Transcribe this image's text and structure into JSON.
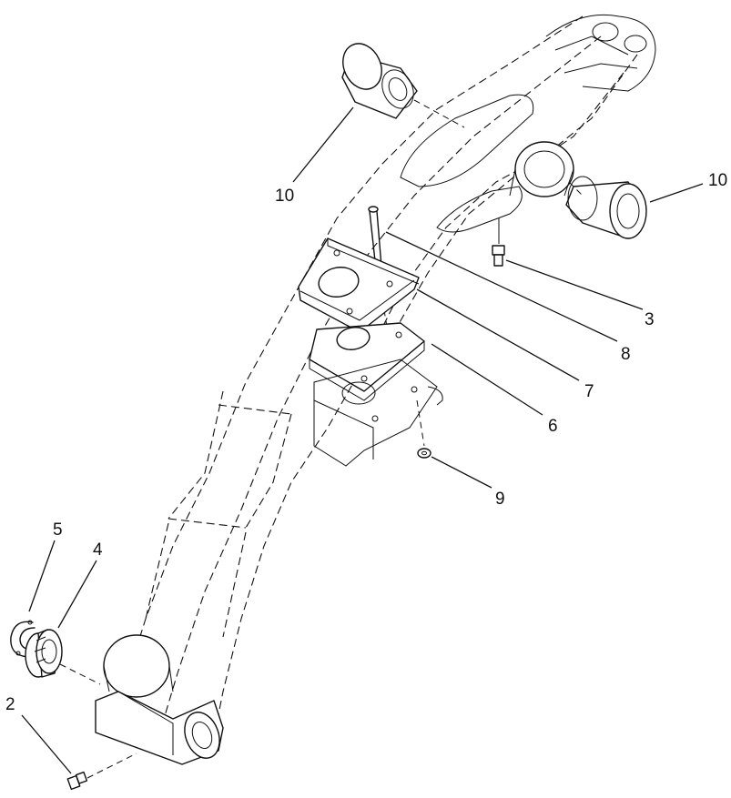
{
  "callouts": [
    {
      "id": "c10a",
      "label": "10"
    },
    {
      "id": "c10b",
      "label": "10"
    },
    {
      "id": "c3",
      "label": "3"
    },
    {
      "id": "c8",
      "label": "8"
    },
    {
      "id": "c7",
      "label": "7"
    },
    {
      "id": "c6",
      "label": "6"
    },
    {
      "id": "c9",
      "label": "9"
    },
    {
      "id": "c5",
      "label": "5"
    },
    {
      "id": "c4",
      "label": "4"
    },
    {
      "id": "c2",
      "label": "2"
    }
  ]
}
